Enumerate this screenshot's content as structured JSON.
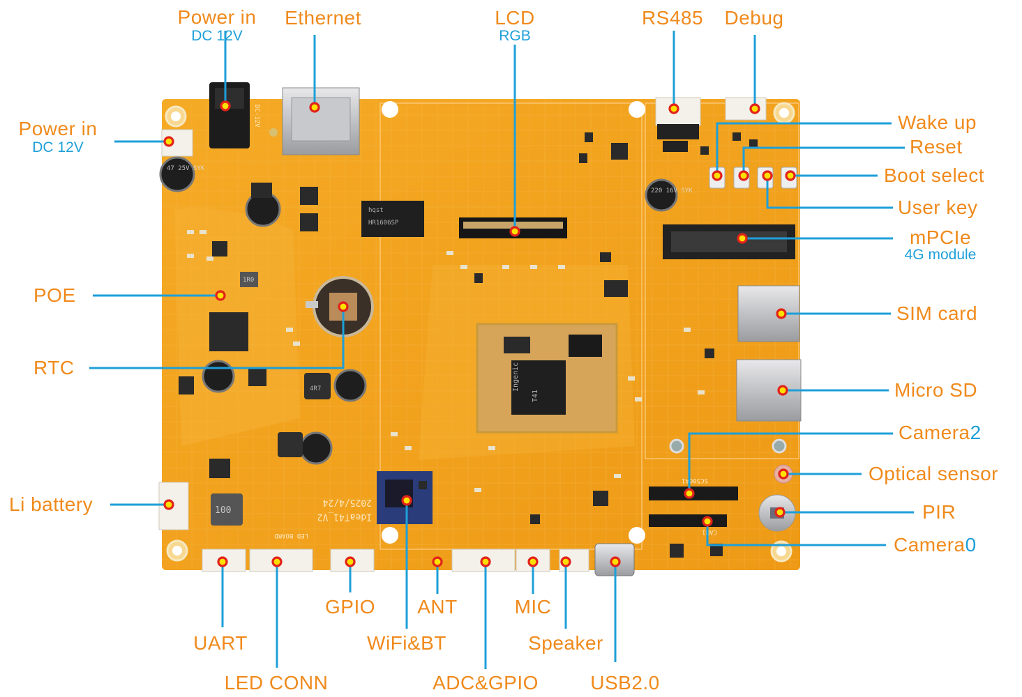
{
  "colors": {
    "label": "#F08A1C",
    "sublabel": "#1E9FD8",
    "leader": "#1E9FD8",
    "board": "#F2A31E",
    "marker_fill": "#FFE100",
    "marker_ring": "#E2231A"
  },
  "board_silkscreen": {
    "chip_brand": "Ingenic",
    "chip_model": "T41",
    "board_name": "IdeaT41_V2",
    "board_date": "2025/4/24",
    "led_board": "LED BOARD",
    "dc_marking": "DC-12V",
    "pcie_marking": "SC500A1",
    "cam_marking": "CAM1",
    "transformer_brand": "hqst",
    "transformer_model": "HR1606SP",
    "cap_1": "47\n25V\nSYK",
    "cap_2": "220\n16V\nSYK",
    "inductor_1": "4R7",
    "inductor_2": "100",
    "inductor_3": "1R0"
  },
  "labels": {
    "power_in_top": {
      "text": "Power in",
      "sub": "DC 12V"
    },
    "ethernet": {
      "text": "Ethernet"
    },
    "lcd": {
      "text": "LCD",
      "sub": "RGB"
    },
    "rs485": {
      "text": "RS485"
    },
    "debug": {
      "text": "Debug"
    },
    "power_in_left": {
      "text": "Power in",
      "sub": "DC 12V"
    },
    "wake_up": {
      "text": "Wake up"
    },
    "reset": {
      "text": "Reset"
    },
    "boot_select": {
      "text": "Boot select"
    },
    "user_key": {
      "text": "User key"
    },
    "mpcie": {
      "text": "mPCIe",
      "sub": "4G module"
    },
    "poe": {
      "text": "POE"
    },
    "sim_card": {
      "text": "SIM card"
    },
    "rtc": {
      "text": "RTC"
    },
    "micro_sd": {
      "text": "Micro SD"
    },
    "camera2": {
      "text": "Camera",
      "num": "2"
    },
    "optical_sensor": {
      "text": "Optical sensor"
    },
    "li_battery": {
      "text": "Li battery"
    },
    "pir": {
      "text": "PIR"
    },
    "camera0": {
      "text": "Camera",
      "num": "0"
    },
    "gpio": {
      "text": "GPIO"
    },
    "ant": {
      "text": "ANT"
    },
    "mic": {
      "text": "MIC"
    },
    "uart": {
      "text": "UART"
    },
    "wifi_bt": {
      "text": "WiFi&BT"
    },
    "speaker": {
      "text": "Speaker"
    },
    "led_conn": {
      "text": "LED CONN"
    },
    "adc_gpio": {
      "text": "ADC&GPIO"
    },
    "usb2": {
      "text": "USB2.0"
    }
  }
}
